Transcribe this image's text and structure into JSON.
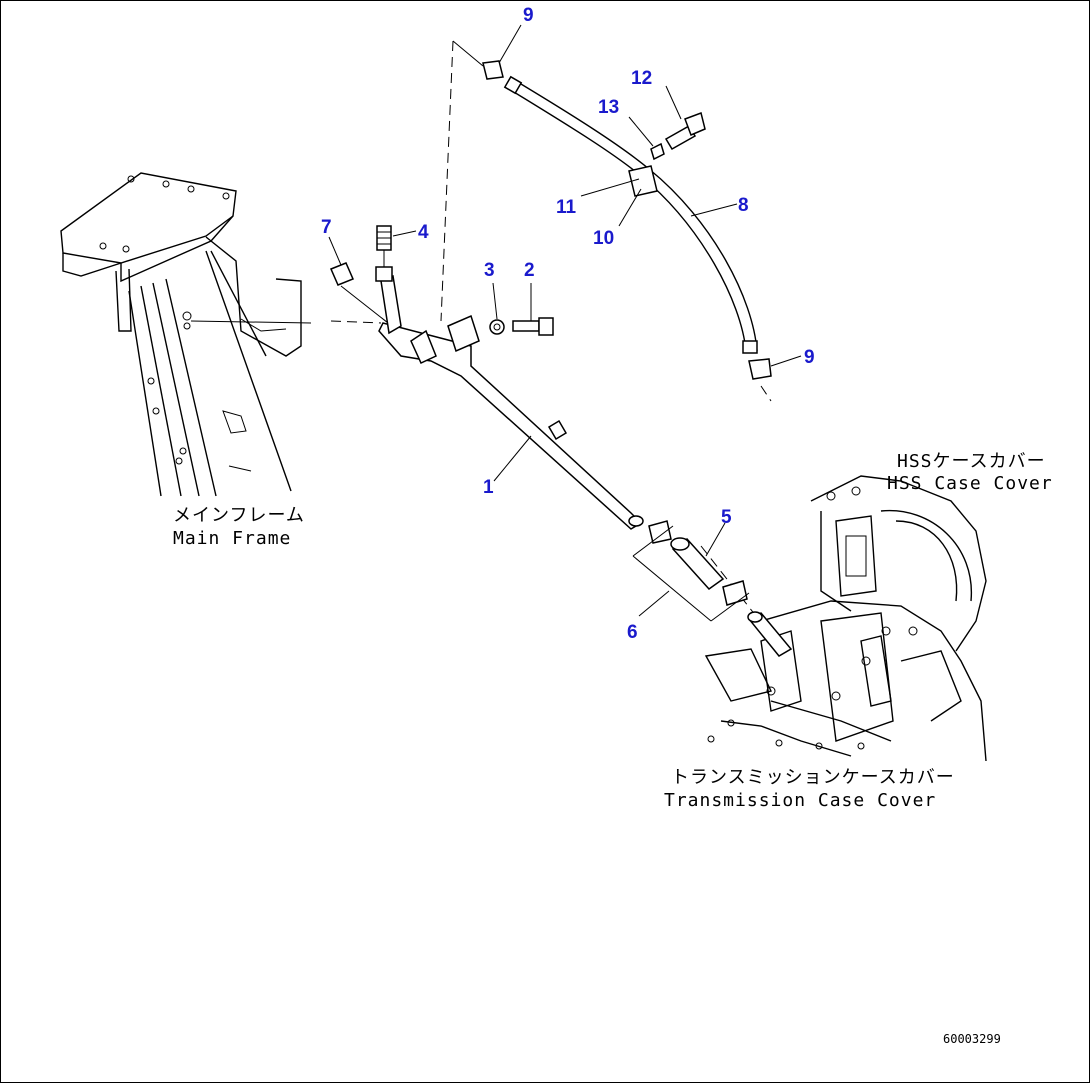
{
  "callouts": [
    "1",
    "2",
    "3",
    "4",
    "5",
    "6",
    "7",
    "8",
    "9",
    "9",
    "10",
    "11",
    "12",
    "13"
  ],
  "labels": {
    "main_frame_jp": "メインフレーム",
    "main_frame_en": "Main Frame",
    "hss_jp": "HSSケースカバー",
    "hss_en": "HSS Case Cover",
    "trans_jp": "トランスミッションケースカバー",
    "trans_en": "Transmission Case Cover"
  },
  "drawing_code": "60003299",
  "colors": {
    "callout": "#1a1acc",
    "line": "#000000"
  }
}
